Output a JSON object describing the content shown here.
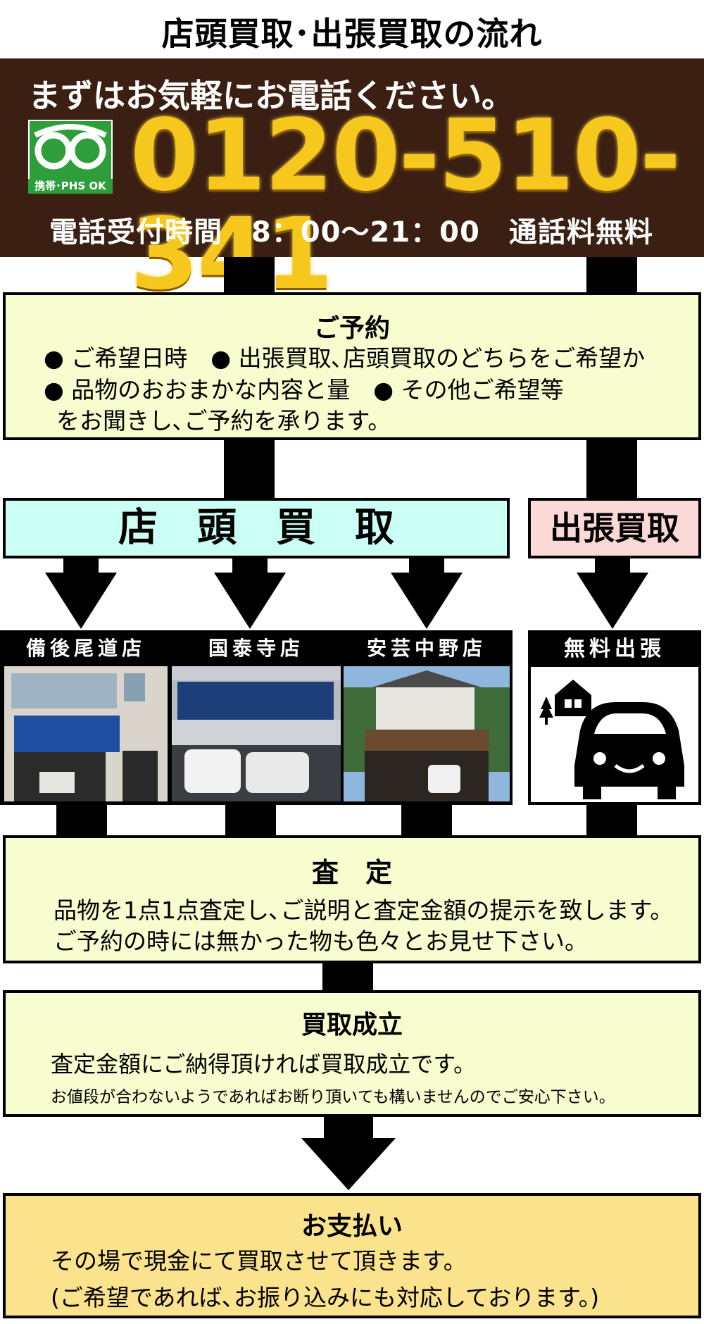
{
  "title": "店頭買取･出張買取の流れ",
  "call": {
    "lead": "まずはお気軽にお電話ください。",
    "logo_caption": "携帯･PHS OK",
    "phone": "0120-510-341",
    "hours": "電話受付時間　8：00～21：00　通話料無料"
  },
  "reservation": {
    "heading": "ご予約",
    "lines": [
      "● ご希望日時　● 出張買取､店頭買取のどちらをご希望か",
      "● 品物のおおまかな内容と量　● その他ご希望等",
      "をお聞きし､ご予約を承ります。"
    ]
  },
  "store_buy": "店　頭　買　取",
  "visit_buy": "出張買取",
  "stores": [
    "備後尾道店",
    "国泰寺店",
    "安芸中野店"
  ],
  "free_visit": "無料出張",
  "appraisal": {
    "heading": "査　定",
    "lines": [
      "品物を1点1点査定し､ご説明と査定金額の提示を致します。",
      "ご予約の時には無かった物も色々とお見せ下さい。"
    ]
  },
  "deal": {
    "heading": "買取成立",
    "line1": "査定金額にご納得頂ければ買取成立です。",
    "line2": "お値段が合わないようであればお断り頂いても構いませんのでご安心下さい。"
  },
  "payment": {
    "heading": "お支払い",
    "line1": "その場で現金にて買取させて頂きます。",
    "line2": "(ご希望であれば､お振り込みにも対応しております。)"
  },
  "colors": {
    "header_bg": "#3b1f12",
    "phone_gold": "#f6c81e",
    "box_bg": "#f7fdce",
    "store_bg": "#cbfef4",
    "visit_bg": "#fbd9d6",
    "payment_bg": "#fbe28c"
  }
}
